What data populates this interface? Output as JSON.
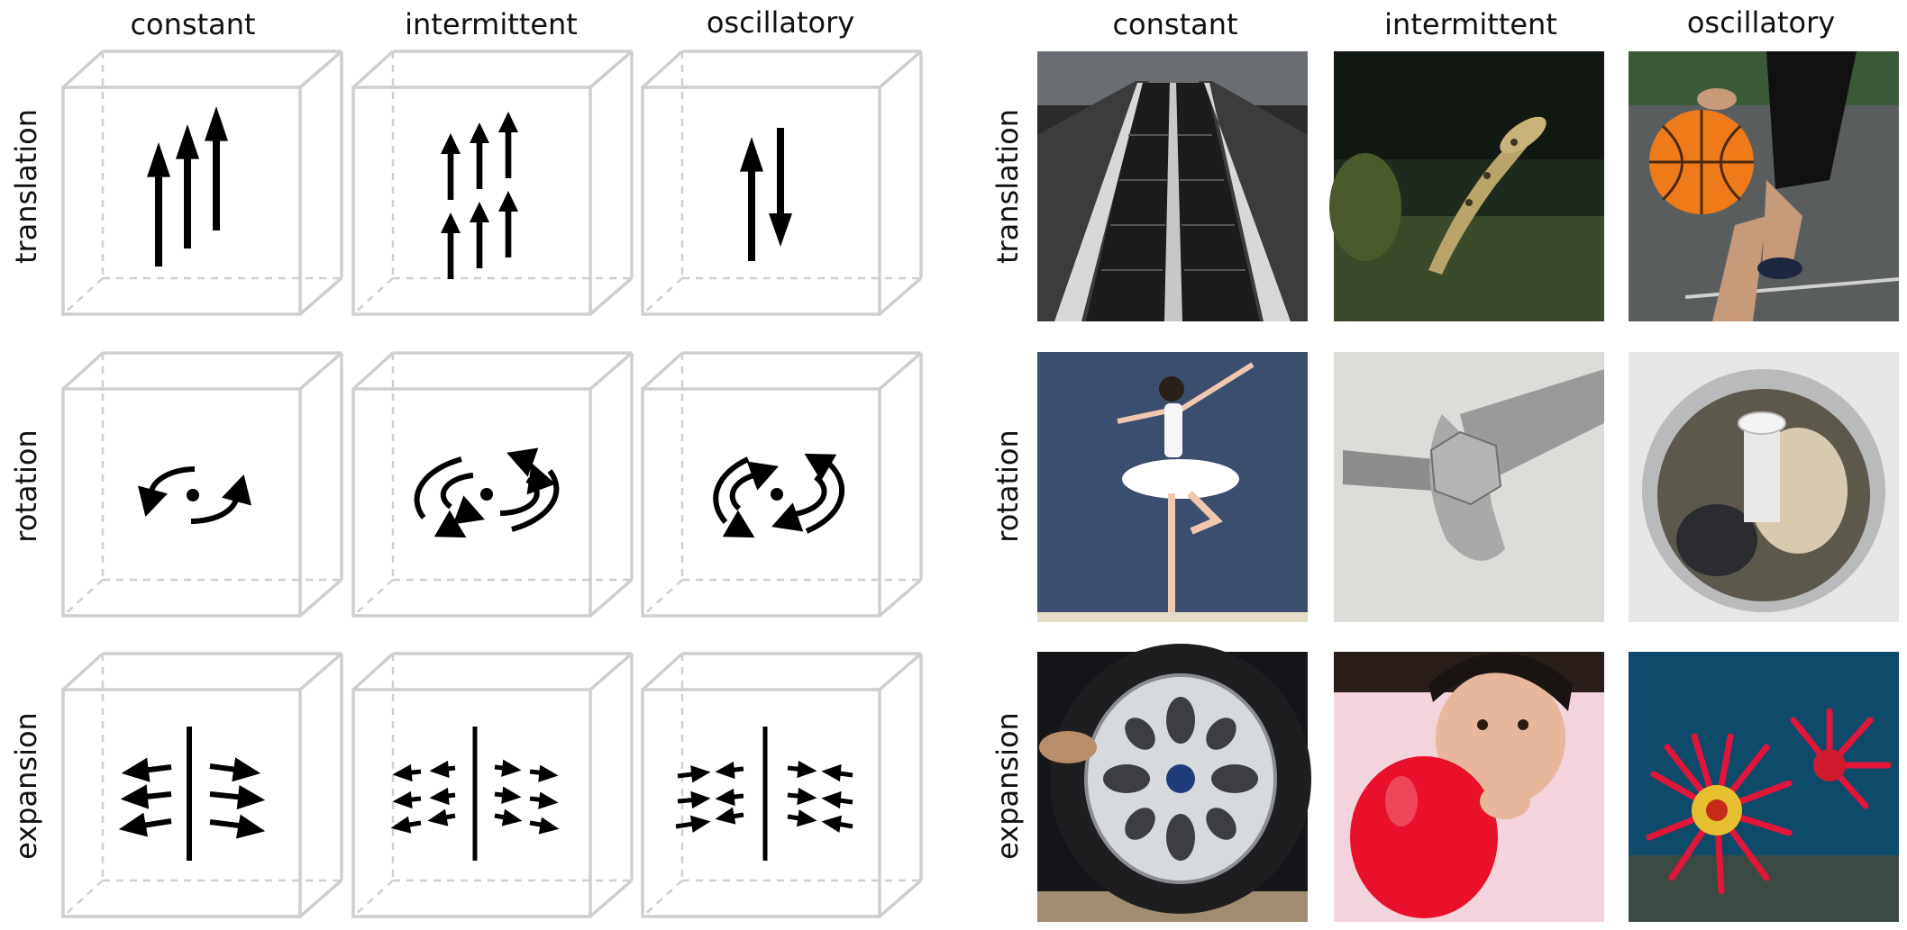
{
  "column_headers": [
    "constant",
    "intermittent",
    "oscillatory"
  ],
  "row_labels": [
    "translation",
    "rotation",
    "expansion"
  ],
  "photo_panels": [
    {
      "row": "translation",
      "column": "constant",
      "depicts": "escalator"
    },
    {
      "row": "translation",
      "column": "intermittent",
      "depicts": "leaping frog"
    },
    {
      "row": "translation",
      "column": "oscillatory",
      "depicts": "dribbled basketball"
    },
    {
      "row": "rotation",
      "column": "constant",
      "depicts": "pirouetting ballerina"
    },
    {
      "row": "rotation",
      "column": "intermittent",
      "depicts": "wrench turning bolt"
    },
    {
      "row": "rotation",
      "column": "oscillatory",
      "depicts": "washing machine agitator"
    },
    {
      "row": "expansion",
      "column": "constant",
      "depicts": "tire being inflated"
    },
    {
      "row": "expansion",
      "column": "intermittent",
      "depicts": "girl blowing balloon"
    },
    {
      "row": "expansion",
      "column": "oscillatory",
      "depicts": "sea anemone"
    }
  ],
  "colors": {
    "cube_edge": "#cfcfcf",
    "glyph": "#000000",
    "text": "#111111"
  }
}
